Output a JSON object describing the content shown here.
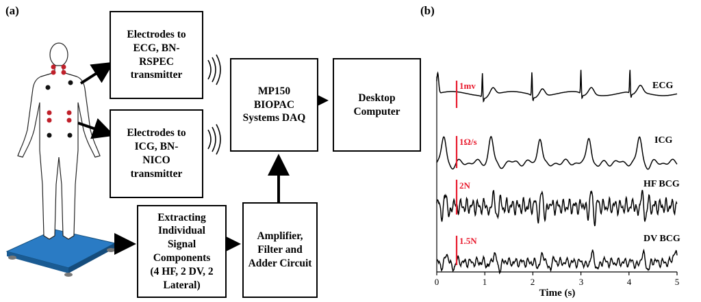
{
  "panel_a": {
    "label": "(a)",
    "boxes": {
      "ecg_transmitter": "Electrodes to\nECG, BN-\nRSPEC\ntransmitter",
      "icg_transmitter": "Electrodes to\nICG, BN-\nNICO\ntransmitter",
      "daq": "MP150\nBIOPAC\nSystems DAQ",
      "computer": "Desktop\nComputer",
      "extracting": "Extracting\nIndividual\nSignal\nComponents\n(4 HF, 2 DV, 2\nLateral)",
      "amplifier": "Amplifier,\nFilter and\nAdder Circuit"
    },
    "colors": {
      "electrode_red": "#c0202a",
      "electrode_black": "#111111",
      "scale_platform": "#1f6fb5"
    }
  },
  "panel_b": {
    "label": "(b)",
    "chart_data": {
      "type": "line",
      "xlabel": "Time (s)",
      "xlim": [
        0,
        5
      ],
      "x_ticks": [
        "0",
        "1",
        "2",
        "3",
        "4",
        "5"
      ],
      "grid": false,
      "series": [
        {
          "name": "ECG",
          "scale_bar": "1mv",
          "beats_s": [
            0.95,
            1.98,
            3.0,
            4.02
          ]
        },
        {
          "name": "ICG",
          "scale_bar": "1Ω/s",
          "peaks_s": [
            0.15,
            1.13,
            2.15,
            3.17,
            4.22
          ]
        },
        {
          "name": "HF BCG",
          "scale_bar": "2N"
        },
        {
          "name": "DV BCG",
          "scale_bar": "1.5N"
        }
      ],
      "scale_bar_color": "#e8192c"
    }
  }
}
